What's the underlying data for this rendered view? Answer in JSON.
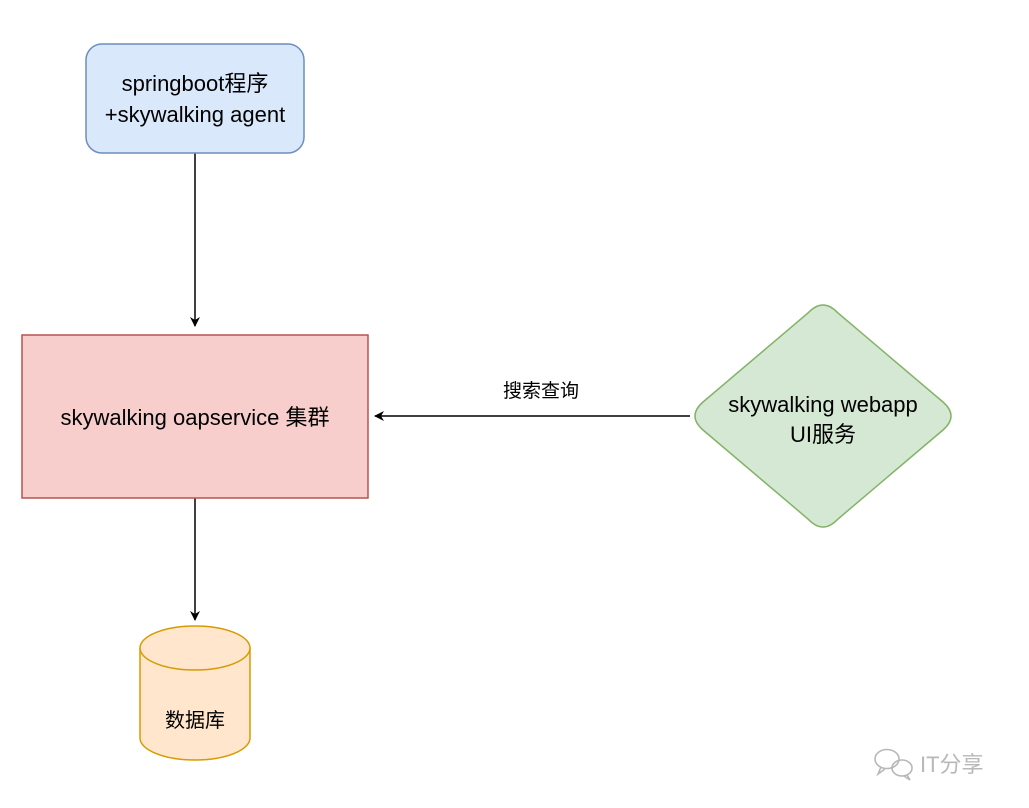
{
  "nodes": {
    "springboot_app": {
      "lines": [
        "springboot程序",
        "+skywalking agent"
      ],
      "fill": "#dae8fc",
      "stroke": "#6c8ebf"
    },
    "oap_cluster": {
      "label": "skywalking oapservice 集群",
      "fill": "#f8cecc",
      "stroke": "#b85450"
    },
    "webapp_ui": {
      "lines": [
        "skywalking webapp",
        "UI服务"
      ],
      "fill": "#d5e8d4",
      "stroke": "#82b366"
    },
    "database": {
      "label": "数据库",
      "fill": "#ffe6cc",
      "stroke": "#d79b00"
    }
  },
  "edges": {
    "query": {
      "label": "搜索查询"
    }
  },
  "watermark": {
    "label": "IT分享",
    "icon": "wechat-icon",
    "color": "#b8b8b8"
  }
}
